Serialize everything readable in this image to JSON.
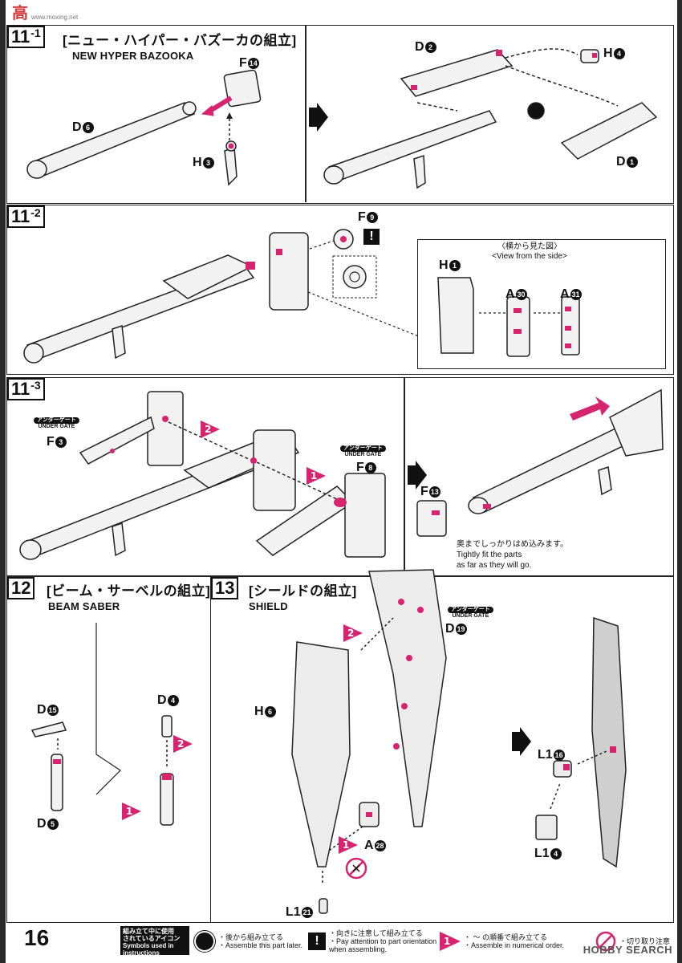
{
  "watermark": {
    "text": "高",
    "small": "www.moxing.net"
  },
  "page": {
    "number": "16"
  },
  "steps": {
    "s11_1": {
      "num": "11",
      "sub": "-1",
      "title_jp": "[ニュー・ハイパー・バズーカの組立]",
      "title_en": "NEW HYPER BAZOOKA",
      "labels": {
        "f14": "F",
        "f14n": "14",
        "d6": "D",
        "d6n": "6",
        "h3": "H",
        "h3n": "3",
        "d2": "D",
        "d2n": "2",
        "h4": "H",
        "h4n": "4",
        "d1": "D",
        "d1n": "1"
      }
    },
    "s11_2": {
      "num": "11",
      "sub": "-2",
      "labels": {
        "f9": "F",
        "f9n": "9",
        "h1": "H",
        "h1n": "1",
        "a30": "A",
        "a30n": "30",
        "a31": "A",
        "a31n": "31"
      },
      "view_jp": "〈横から見た図〉",
      "view_en": "<View from the side>"
    },
    "s11_3": {
      "num": "11",
      "sub": "-3",
      "labels": {
        "f3": "F",
        "f3n": "3",
        "f8": "F",
        "f8n": "8",
        "f13": "F",
        "f13n": "13"
      },
      "gate_jp": "アンダーゲート",
      "gate_en": "UNDER GATE",
      "note_jp": "奥までしっかりはめ込みます。",
      "note_en1": "Tightly fit the parts",
      "note_en2": "as far as they will go."
    },
    "s12": {
      "num": "12",
      "title_jp": "[ビーム・サーベルの組立]",
      "title_en": "BEAM SABER",
      "labels": {
        "d15": "D",
        "d15n": "15",
        "d4": "D",
        "d4n": "4",
        "d5": "D",
        "d5n": "5"
      }
    },
    "s13": {
      "num": "13",
      "title_jp": "[シールドの組立]",
      "title_en": "SHIELD",
      "labels": {
        "d19": "D",
        "d19n": "19",
        "h6": "H",
        "h6n": "6",
        "a28": "A",
        "a28n": "28",
        "l121": "L1",
        "l121n": "21",
        "l116": "L1",
        "l116n": "16",
        "l14": "L1",
        "l14n": "4"
      },
      "gate_jp": "アンダーゲート",
      "gate_en": "UNDER GATE"
    }
  },
  "footer": {
    "head_jp1": "組み立て中に使用",
    "head_jp2": "されているアイコン",
    "head_en": "Symbols used in instructions",
    "later_jp": "・後から組み立てる",
    "later_en": "・Assemble this part later.",
    "orient_jp": "・向きに注意して組み立てる",
    "orient_en1": "・Pay attention to part orientation",
    "orient_en2": "when assembling.",
    "order_jp": "・  ～  の順番で組み立てる",
    "order_en": "・Assemble in numerical order.",
    "cut_jp": "・切り取り注意",
    "brand": "HOBBY SEARCH"
  },
  "colors": {
    "accent": "#d6246e",
    "ink": "#111111",
    "panel_bg": "#ffffff"
  }
}
